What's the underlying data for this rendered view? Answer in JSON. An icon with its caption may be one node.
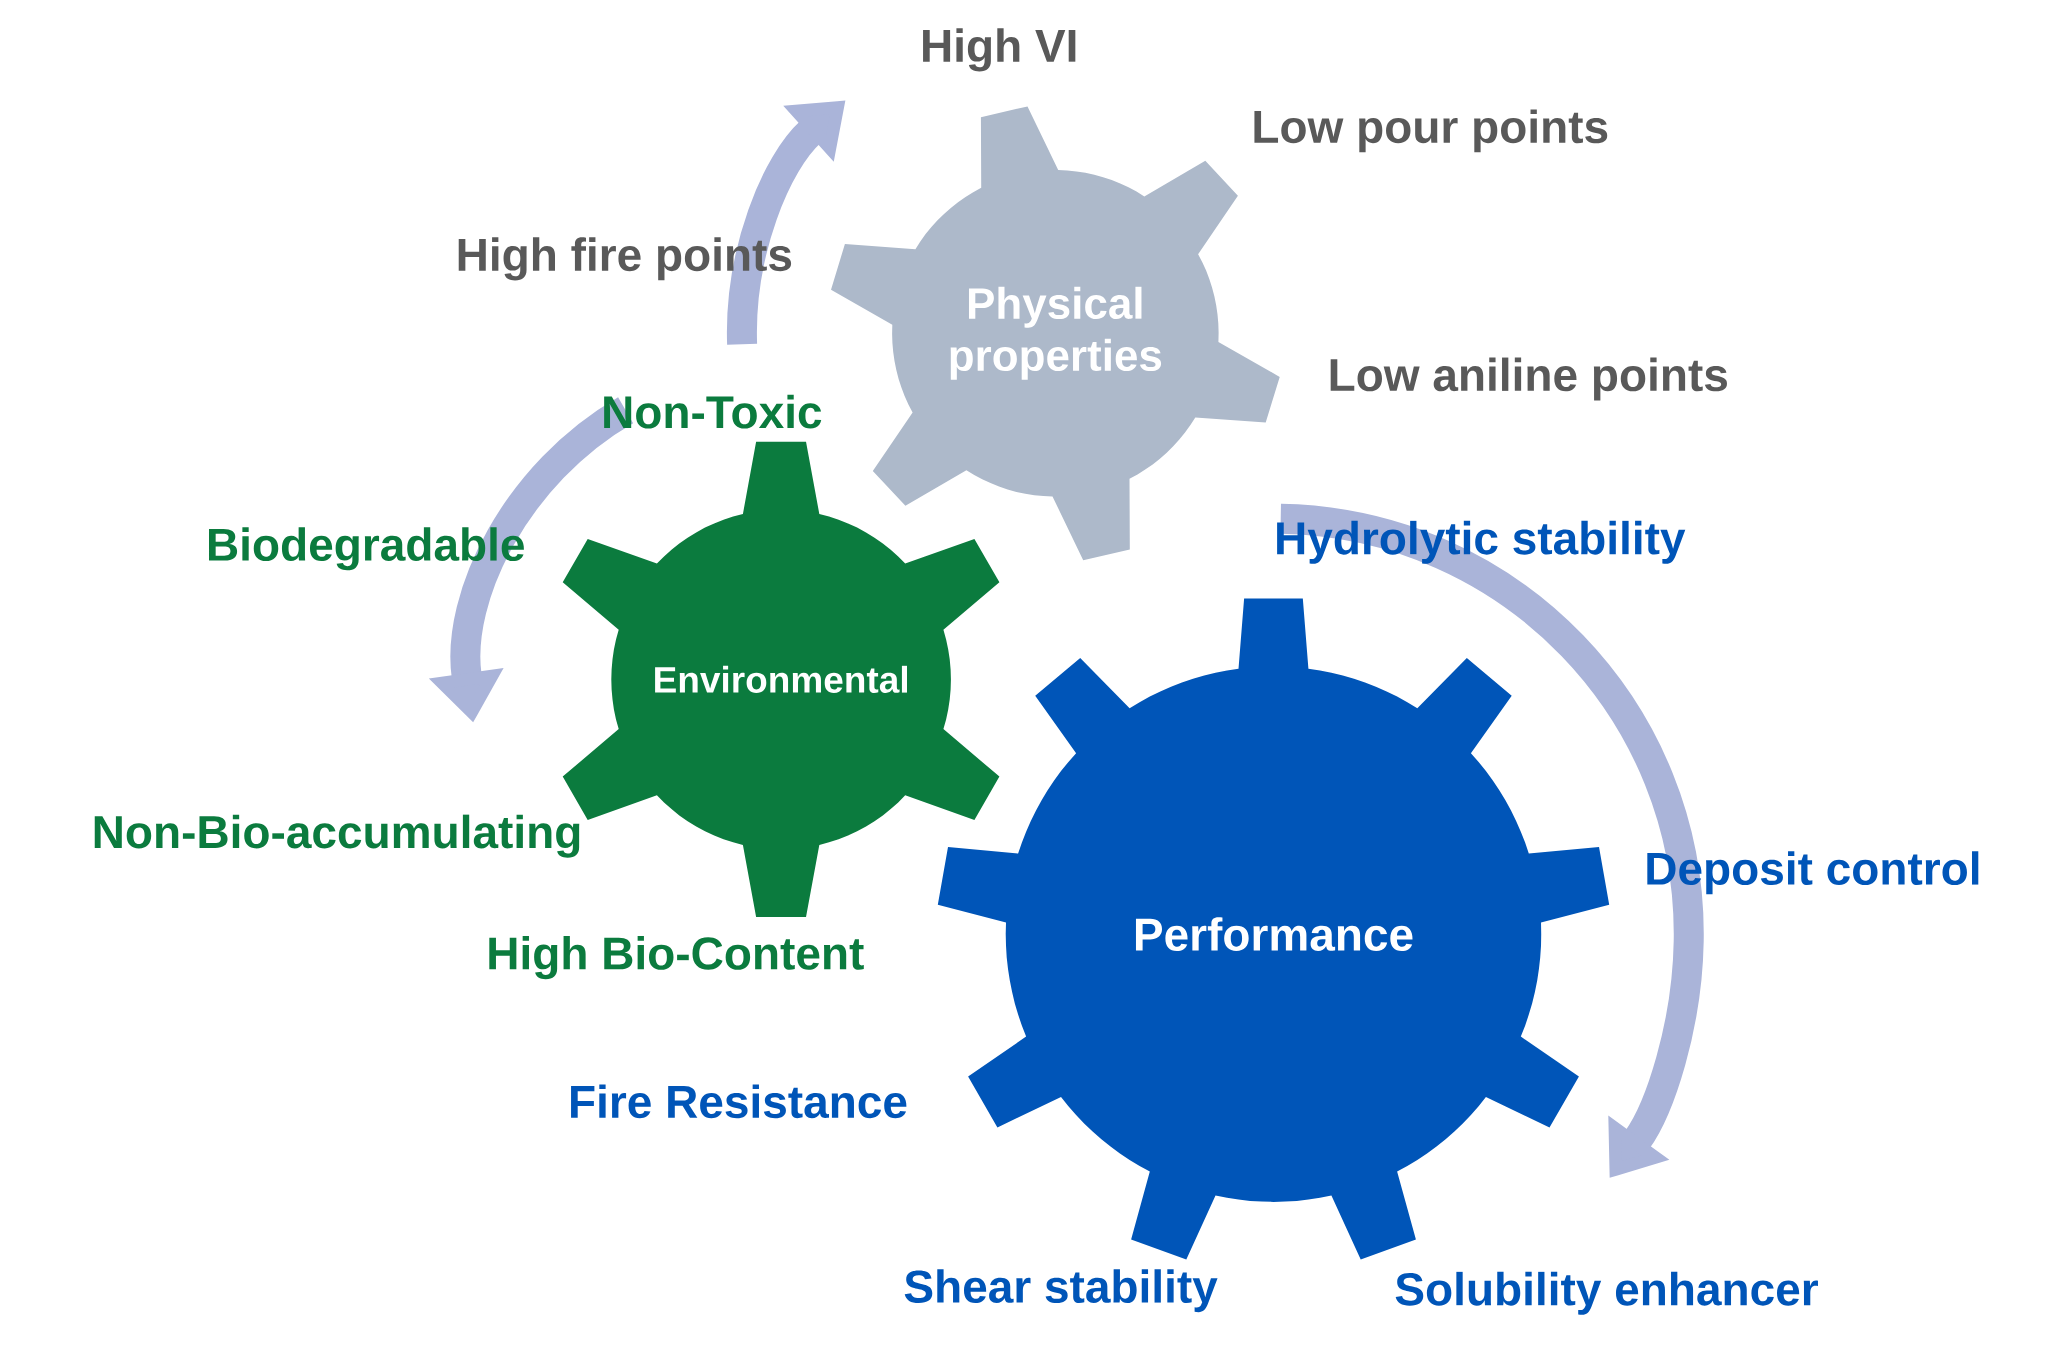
{
  "diagram": {
    "nodes": [
      {
        "text": [
          "Physical properties"
        ],
        "beside": [
          "High VI",
          "Low pour points",
          "Low aniline points",
          "High fire points"
        ]
      },
      {
        "text": [
          "Environmental"
        ],
        "beside": [
          "Non-Toxic",
          "Biodegradable",
          "Non-Bio-accumulating",
          "High Bio-Content"
        ]
      },
      {
        "text": [
          "Performance"
        ],
        "beside": [
          "Deposit control",
          "Fire Resistance",
          "Shear stability",
          "Solubility enhancer"
        ]
      }
    ],
    "labels": [
      "Hydrolytic stability"
    ]
  }
}
